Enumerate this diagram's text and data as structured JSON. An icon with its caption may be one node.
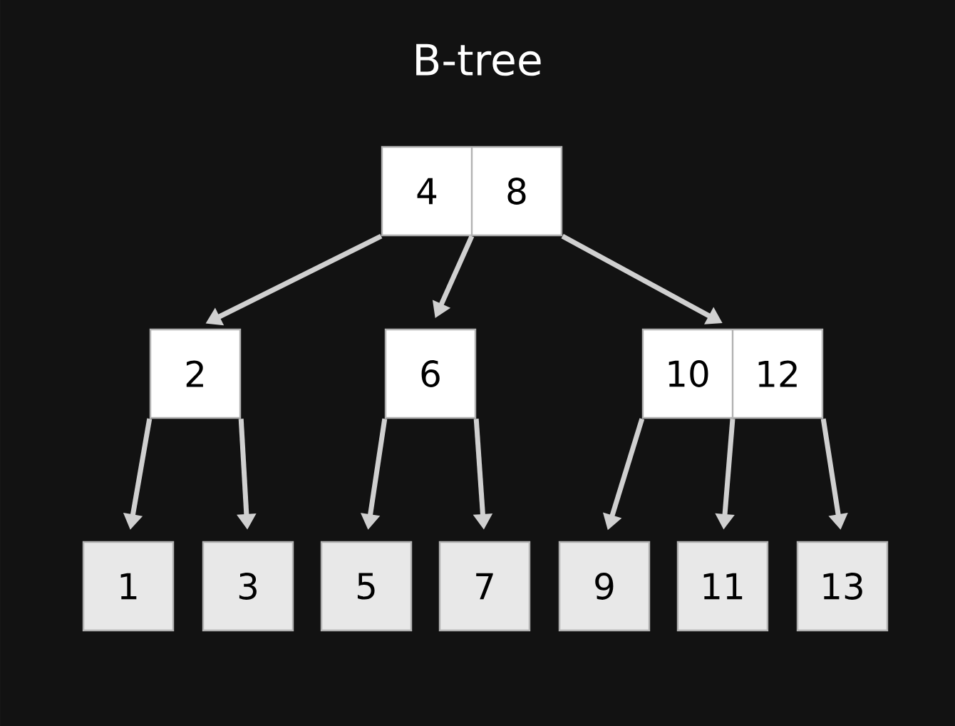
{
  "diagram": {
    "title": "B-tree",
    "nodes": [
      {
        "text": [
          "4",
          "8"
        ]
      },
      {
        "text": [
          "2"
        ]
      },
      {
        "text": [
          "6"
        ]
      },
      {
        "text": [
          "10",
          "12"
        ]
      },
      {
        "text": [
          "1"
        ]
      },
      {
        "text": [
          "3"
        ]
      },
      {
        "text": [
          "5"
        ]
      },
      {
        "text": [
          "7"
        ]
      },
      {
        "text": [
          "9"
        ]
      },
      {
        "text": [
          "11"
        ]
      },
      {
        "text": [
          "13"
        ]
      }
    ],
    "edges": [
      {
        "from": 0,
        "to": 1,
        "arrow": "to"
      },
      {
        "from": 0,
        "to": 2,
        "arrow": "to"
      },
      {
        "from": 0,
        "to": 3,
        "arrow": "to"
      },
      {
        "from": 1,
        "to": 4,
        "arrow": "to"
      },
      {
        "from": 1,
        "to": 5,
        "arrow": "to"
      },
      {
        "from": 2,
        "to": 6,
        "arrow": "to"
      },
      {
        "from": 2,
        "to": 7,
        "arrow": "to"
      },
      {
        "from": 3,
        "to": 8,
        "arrow": "to"
      },
      {
        "from": 3,
        "to": 9,
        "arrow": "to"
      },
      {
        "from": 3,
        "to": 10,
        "arrow": "to"
      }
    ]
  }
}
